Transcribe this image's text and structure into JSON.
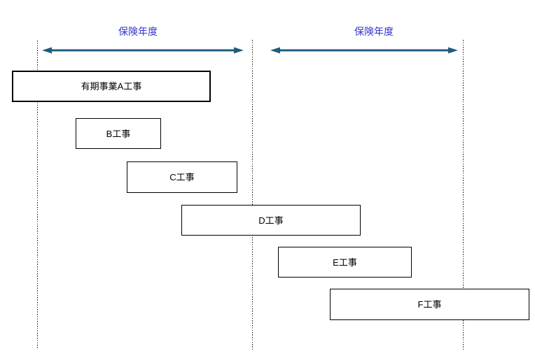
{
  "diagram": {
    "title": "insurance-year-project-timeline",
    "periods": [
      {
        "label": "保険年度"
      },
      {
        "label": "保険年度"
      }
    ],
    "projects": [
      {
        "label": "有期事業A工事"
      },
      {
        "label": "B工事"
      },
      {
        "label": "C工事"
      },
      {
        "label": "D工事"
      },
      {
        "label": "E工事"
      },
      {
        "label": "F工事"
      }
    ],
    "colors": {
      "background": "#FFFFFF",
      "period_label_text": "#3333CC",
      "arrow": "#1F5C7D",
      "boundary_line": "#000000",
      "box_border": "#000000",
      "box_fill": "#FFFFFF",
      "box_text": "#000000"
    }
  }
}
